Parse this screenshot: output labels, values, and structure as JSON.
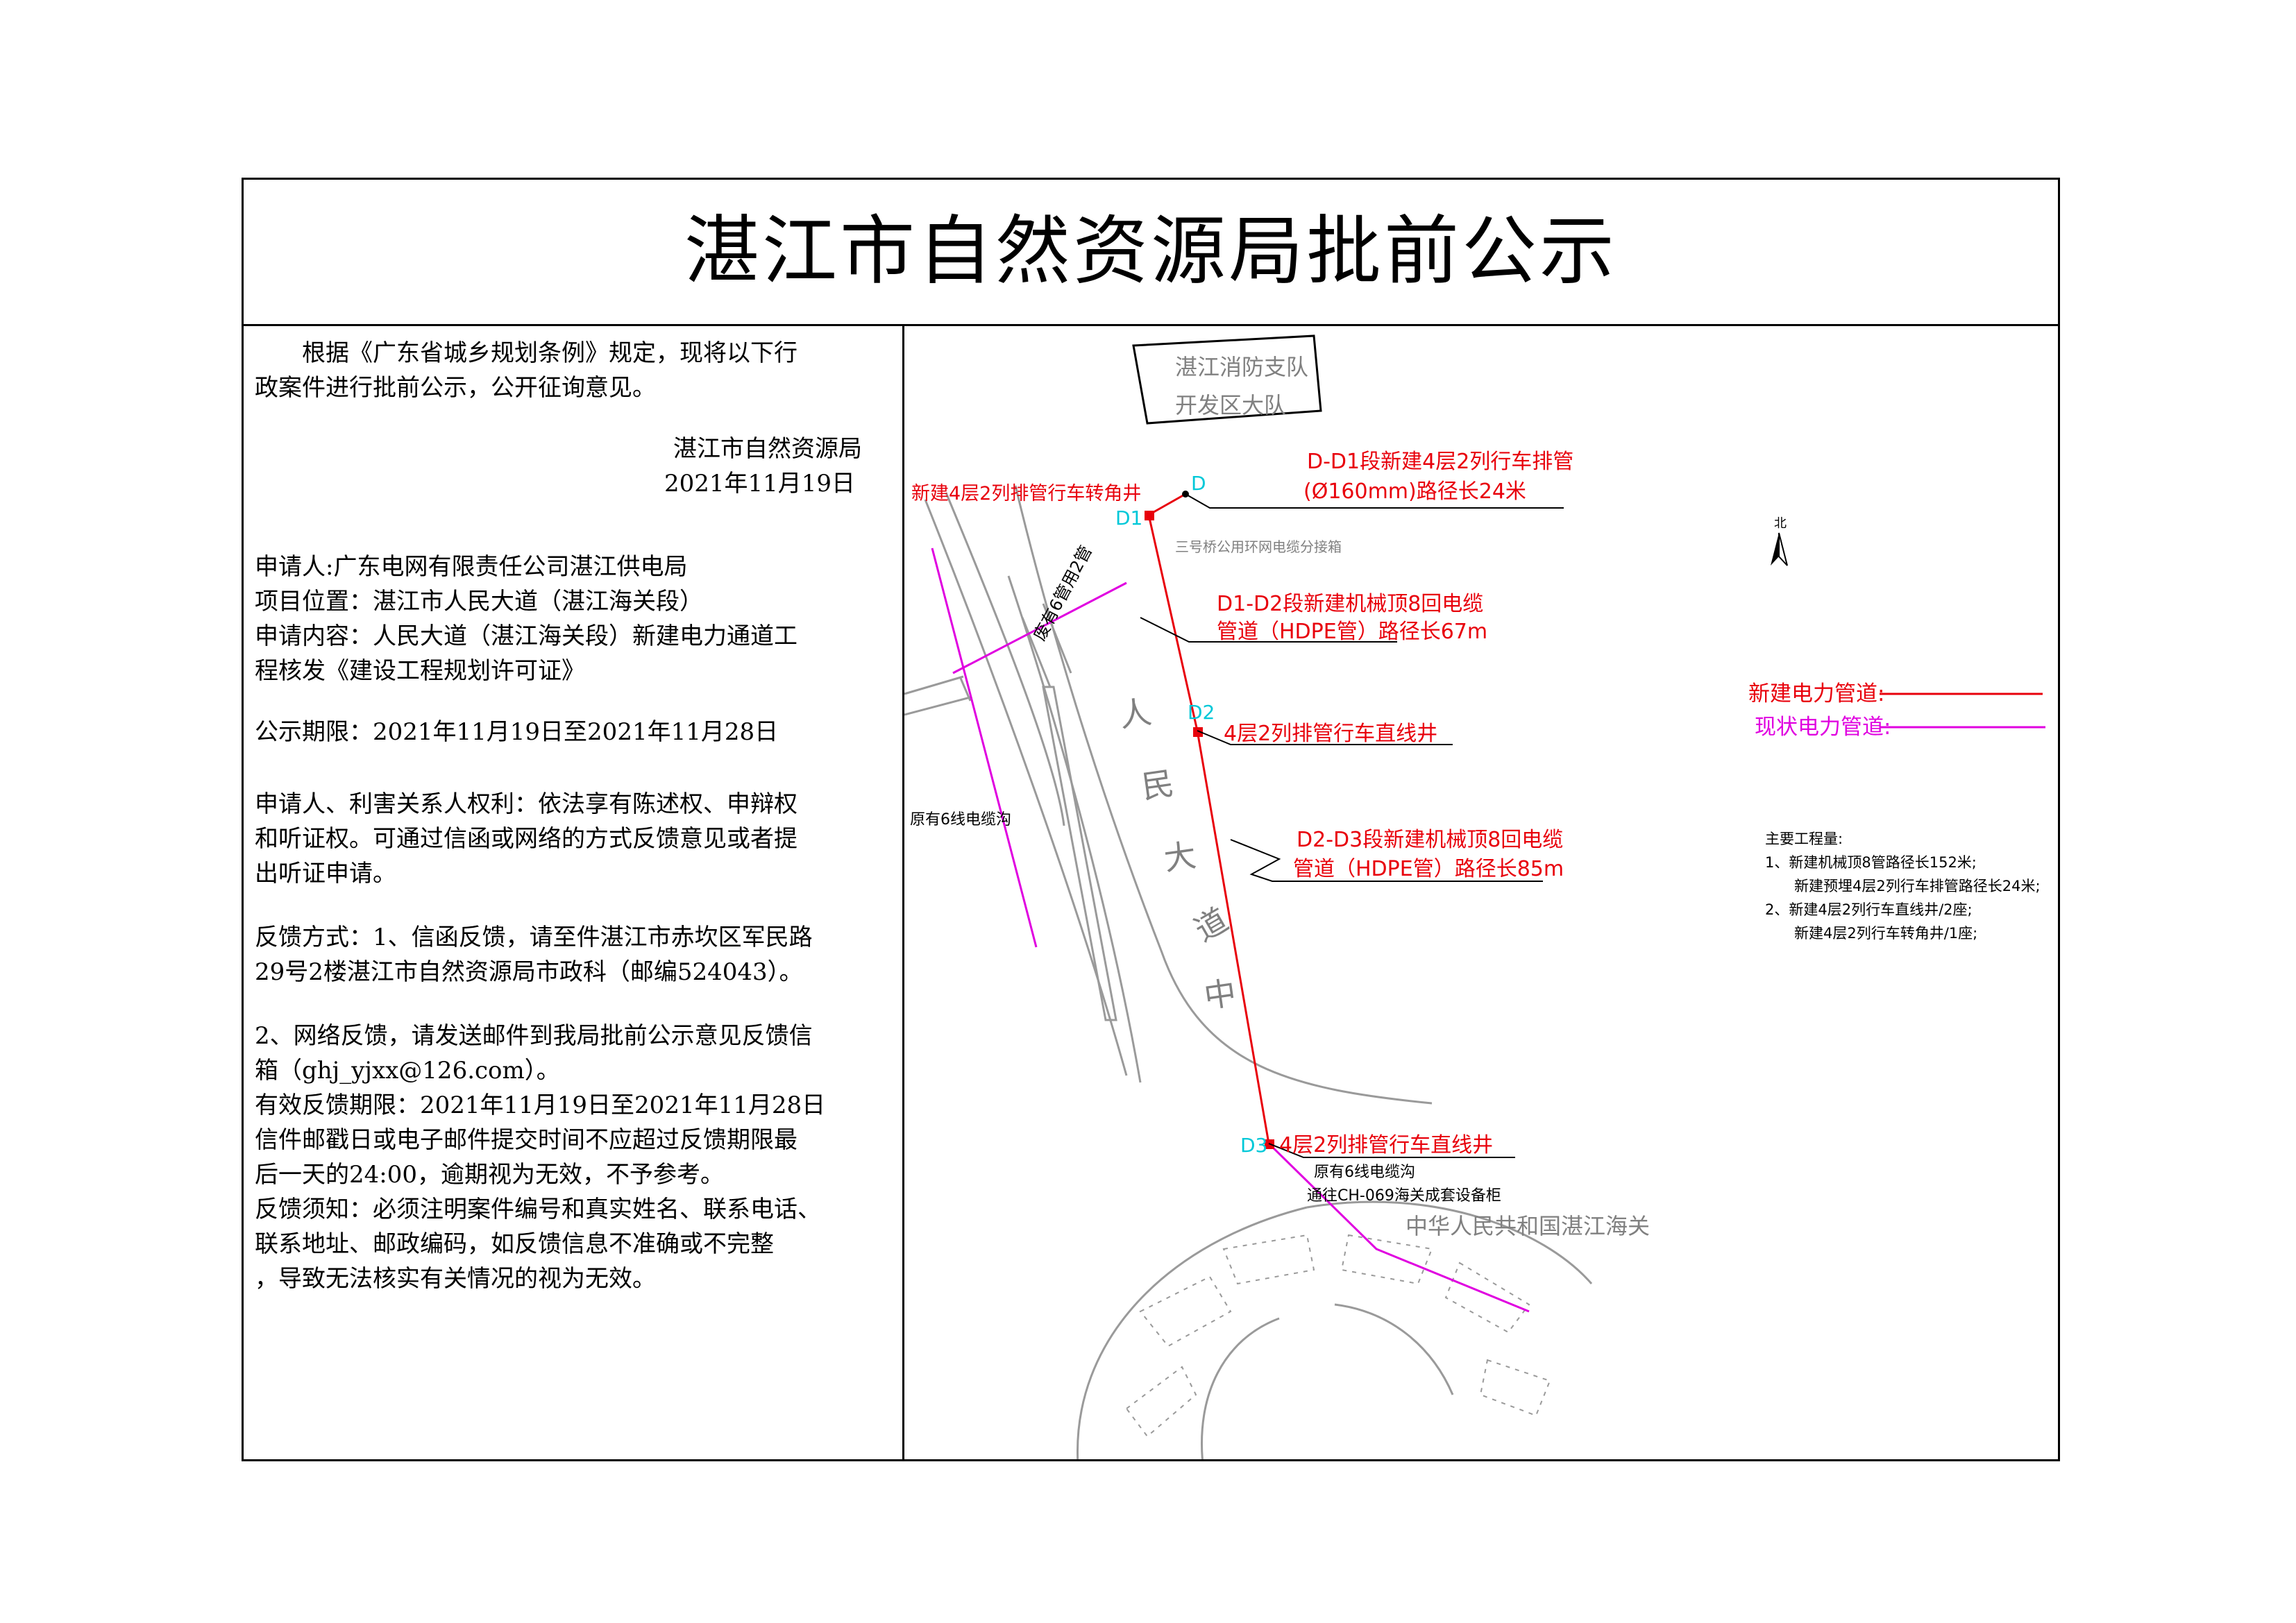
{
  "title": "湛江市自然资源局批前公示",
  "notice": {
    "intro_lines": [
      "　　根据《广东省城乡规划条例》规定，现将以下行",
      "政案件进行批前公示，公开征询意见。"
    ],
    "issuer": "湛江市自然资源局",
    "issue_date": "2021年11月19日",
    "applicant": "申请人:广东电网有限责任公司湛江供电局",
    "location": "项目位置：湛江市人民大道（湛江海关段）",
    "content_lines": [
      "申请内容：人民大道（湛江海关段）新建电力通道工",
      "程核发《建设工程规划许可证》"
    ],
    "period": "公示期限：2021年11月19日至2021年11月28日",
    "rights_lines": [
      "申请人、利害关系人权利：依法享有陈述权、申辩权",
      "和听证权。可通过信函或网络的方式反馈意见或者提",
      "出听证申请。"
    ],
    "feedback_lines": [
      "反馈方式：1、信函反馈，请至件湛江市赤坎区军民路",
      "29号2楼湛江市自然资源局市政科（邮编524043）。"
    ],
    "online_lines": [
      "2、网络反馈，请发送邮件到我局批前公示意见反馈信",
      "箱（ghj_yjxx@126.com）。",
      "有效反馈期限：2021年11月19日至2021年11月28日",
      "信件邮戳日或电子邮件提交时间不应超过反馈期限最",
      "后一天的24:00，逾期视为无效，不予参考。",
      "反馈须知：必须注明案件编号和真实姓名、联系电话、",
      "联系地址、邮政编码，如反馈信息不准确或不完整",
      "，导致无法核实有关情况的视为无效。"
    ]
  },
  "map": {
    "fire_station_1": "湛江消防支队",
    "fire_station_2": "开发区大队",
    "label_d": "D",
    "label_d1": "D1",
    "label_d2": "D2",
    "label_d3": "D3",
    "corner_well": "新建4层2列排管行车转角井",
    "seg_dd1_1": "D-D1段新建4层2列行车排管",
    "seg_dd1_2": "(Ø160mm)路径长24米",
    "junction_box": "三号桥公用环网电缆分接箱",
    "seg_d1d2_1": "D1-D2段新建机械顶8回电缆",
    "seg_d1d2_2": "管道（HDPE管）路径长67m",
    "abandoned_pipe": "废有6管用2管",
    "well_d2": "4层2列排管行车直线井",
    "seg_d2d3_1": "D2-D3段新建机械顶8回电缆",
    "seg_d2d3_2": "管道（HDPE管）路径长85m",
    "trench_left": "原有6线电缆沟",
    "well_d3": "4层2列排管行车直线井",
    "trench_d3": "原有6线电缆沟",
    "customs_cabinet": "通往CH-069海关成套设备柜",
    "customs": "中华人民共和国湛江海关",
    "road_chars": [
      "人",
      "民",
      "大",
      "道",
      "中"
    ],
    "north": "北",
    "legend_new": "新建电力管道:",
    "legend_existing": "现状电力管道:",
    "works_title": "主要工程量:",
    "works_lines": [
      "1、新建机械顶8管路径长152米;",
      "新建预埋4层2列行车排管路径长24米;",
      "2、新建4层2列行车直线井/2座;",
      "新建4层2列行车转角井/1座;"
    ],
    "colors": {
      "new_pipe": "#e8000b",
      "existing_pipe": "#e000e0",
      "point_label": "#00c8d8"
    }
  }
}
